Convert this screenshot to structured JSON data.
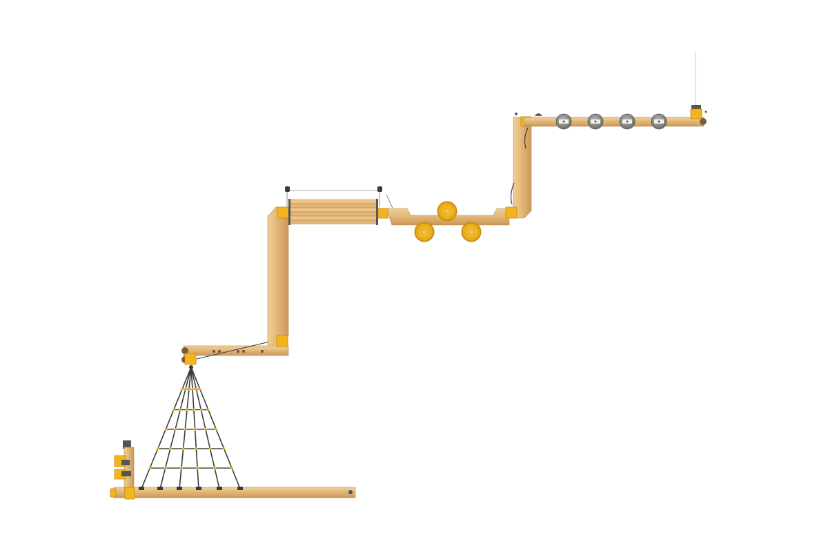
{
  "diagram": {
    "kind": "playground-trail-top-view",
    "colors": {
      "background": "#ffffff",
      "wood": "#e3b676",
      "wood_light": "#f0cf98",
      "wood_dark": "#b98a4c",
      "grain": "#c9985a",
      "yellow_connector": "#f2b51e",
      "yellow_dark": "#c98a0a",
      "rope": "#3a3a3a",
      "metal": "#8e8e8e",
      "metal_dark": "#555555",
      "cap": "#7a5a40",
      "pad_white": "#f4f1e8"
    },
    "components": [
      "ground-beam",
      "start-post",
      "spider-net",
      "lower-beam",
      "vertical-beam-left",
      "plank-bridge",
      "log-stepping-stones",
      "vertical-beam-right",
      "stepping-discs",
      "end-post"
    ]
  }
}
